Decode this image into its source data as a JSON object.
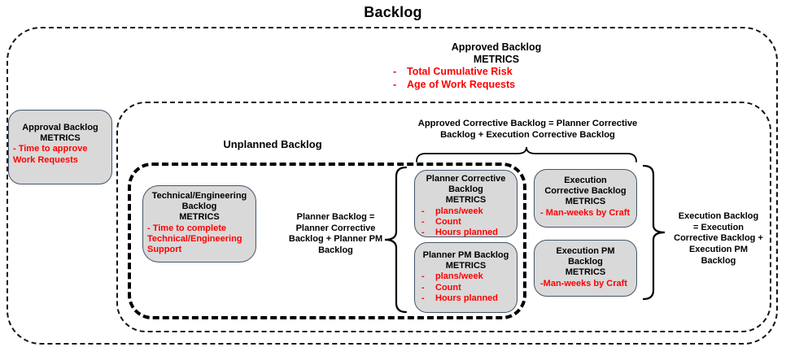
{
  "colors": {
    "red": "#FF0000",
    "box_fill": "#D9D9D9",
    "box_border": "#44546A",
    "line": "#000000"
  },
  "bullet_char": "-",
  "title": "Backlog",
  "approved_backlog": {
    "heading": "Approved Backlog\nMETRICS",
    "items": [
      "Total Cumulative Risk",
      "Age of Work Requests"
    ]
  },
  "approval_box": {
    "heading": "Approval Backlog\nMETRICS",
    "metrics": "- Time to approve\nWork Requests"
  },
  "unplanned": {
    "label": "Unplanned Backlog"
  },
  "tech_box": {
    "heading": "Technical/Engineering\nBacklog\nMETRICS",
    "metrics": "- Time to complete\nTechnical/Engineering\nSupport"
  },
  "planner_formula": "Planner Backlog =\nPlanner Corrective\nBacklog + Planner PM\nBacklog",
  "planner_corrective_box": {
    "heading": "Planner Corrective\nBacklog\nMETRICS",
    "items": [
      "plans/week",
      "Count",
      "Hours planned"
    ]
  },
  "planner_pm_box": {
    "heading": "Planner PM Backlog\nMETRICS",
    "items": [
      "plans/week",
      "Count",
      "Hours planned"
    ]
  },
  "approved_corrective_formula": "Approved Corrective Backlog = Planner Corrective\nBacklog + Execution Corrective Backlog",
  "exec_corrective_box": {
    "heading": "Execution\nCorrective Backlog\nMETRICS",
    "metrics": "- Man-weeks by Craft"
  },
  "exec_pm_box": {
    "heading": "Execution PM\nBacklog\nMETRICS",
    "metrics": "-Man-weeks by Craft"
  },
  "execution_formula": "Execution Backlog\n= Execution\nCorrective Backlog +\nExecution PM\nBacklog"
}
